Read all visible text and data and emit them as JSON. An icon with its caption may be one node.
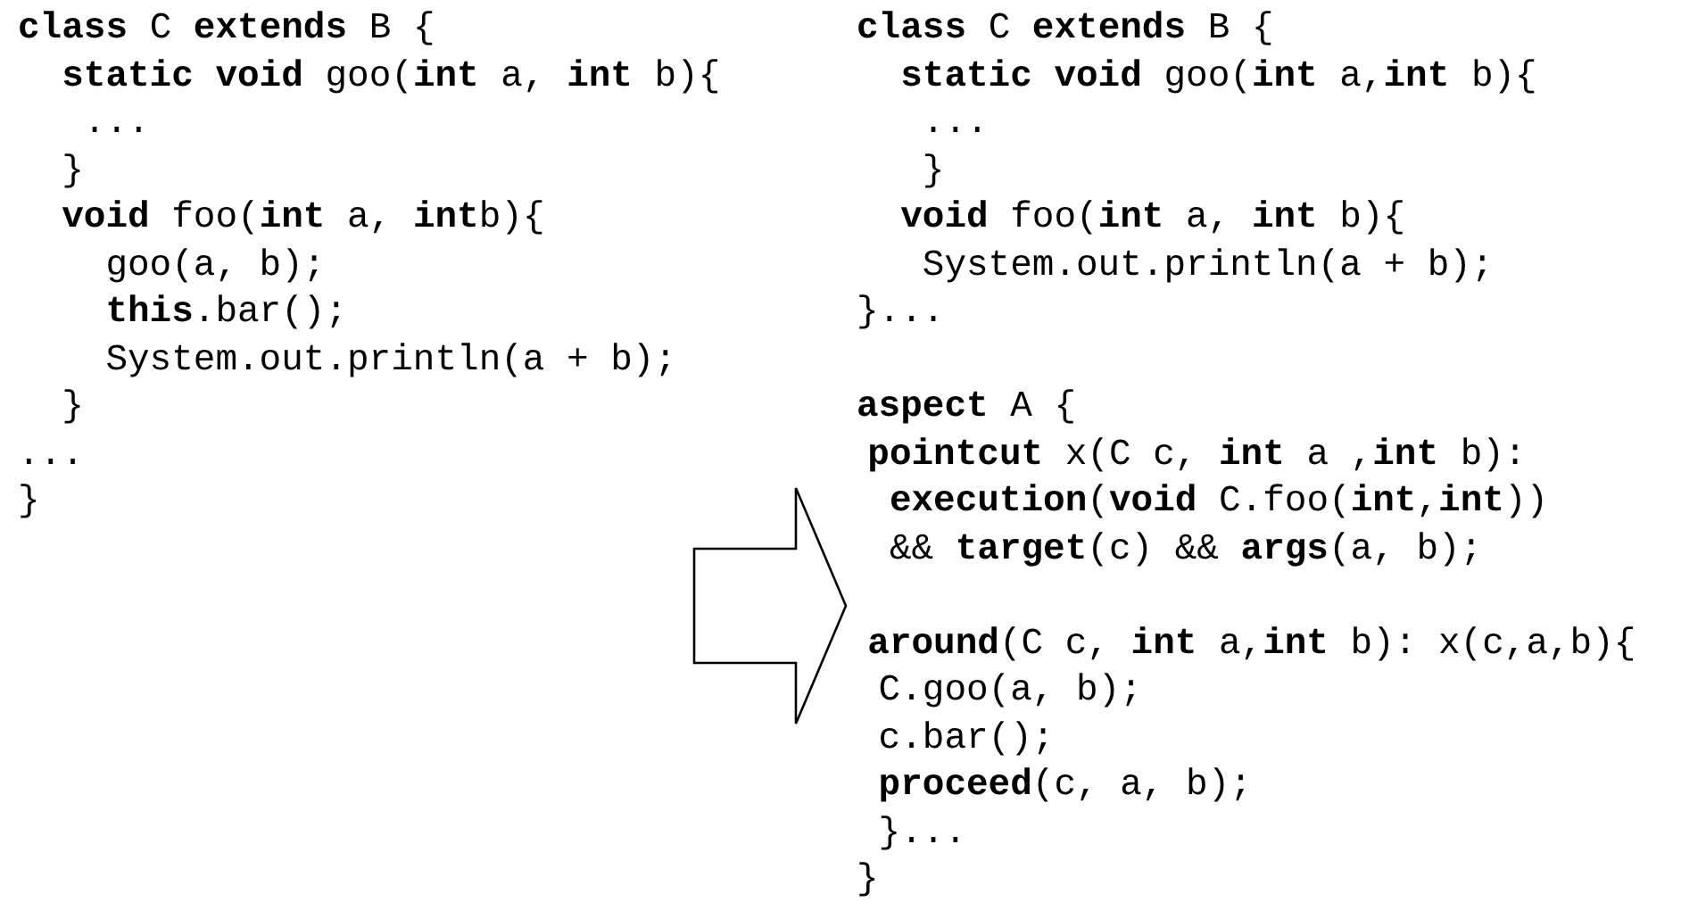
{
  "diagram": {
    "nodes": [
      {
        "text": [
          "**class** C **extends** B {",
          "**static void** goo(**int** a, **int** b){",
          "...",
          "}",
          "**void** foo(**int** a, **int**b){",
          "goo(a, b);",
          "**this**.bar();",
          "System.out.println(a + b);",
          "}",
          "...",
          "}"
        ]
      },
      {
        "text": [
          "**class** C **extends** B {",
          "**static void** goo(**int** a,**int** b){",
          "...",
          "}",
          "**void** foo(**int** a, **int** b){",
          "System.out.println(a + b);",
          "}...",
          "**aspect** A {",
          "**pointcut** x(C c, **int** a ,**int** b):",
          "**execution**(**void** C.foo(**int**,**int**))",
          "&& **target**(c) && **args**(a, b);",
          "**around**(C c, **int** a,**int** b): x(c,a,b){",
          "C.goo(a, b);",
          "c.bar();",
          "**proceed**(c, a, b);",
          "}...",
          "}"
        ]
      }
    ],
    "edges": [
      {
        "from": 0,
        "to": 1,
        "arrow": "to"
      }
    ]
  }
}
